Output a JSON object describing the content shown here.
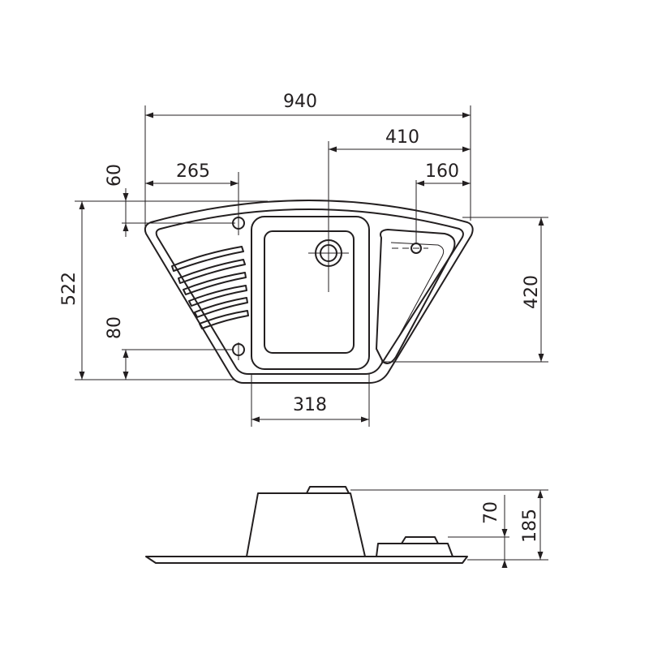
{
  "colors": {
    "ink": "#231f20",
    "background": "#ffffff"
  },
  "dimensions": {
    "overall_width": "940",
    "bowl_center_offset": "410",
    "drainer_hole_offset": "265",
    "right_hole_offset": "160",
    "top_hole_offset": "60",
    "overall_depth": "522",
    "right_depth": "420",
    "bottom_hole_offset": "80",
    "bowl_width": "318",
    "bowl_depth": "185",
    "small_bowl_depth": "70"
  }
}
